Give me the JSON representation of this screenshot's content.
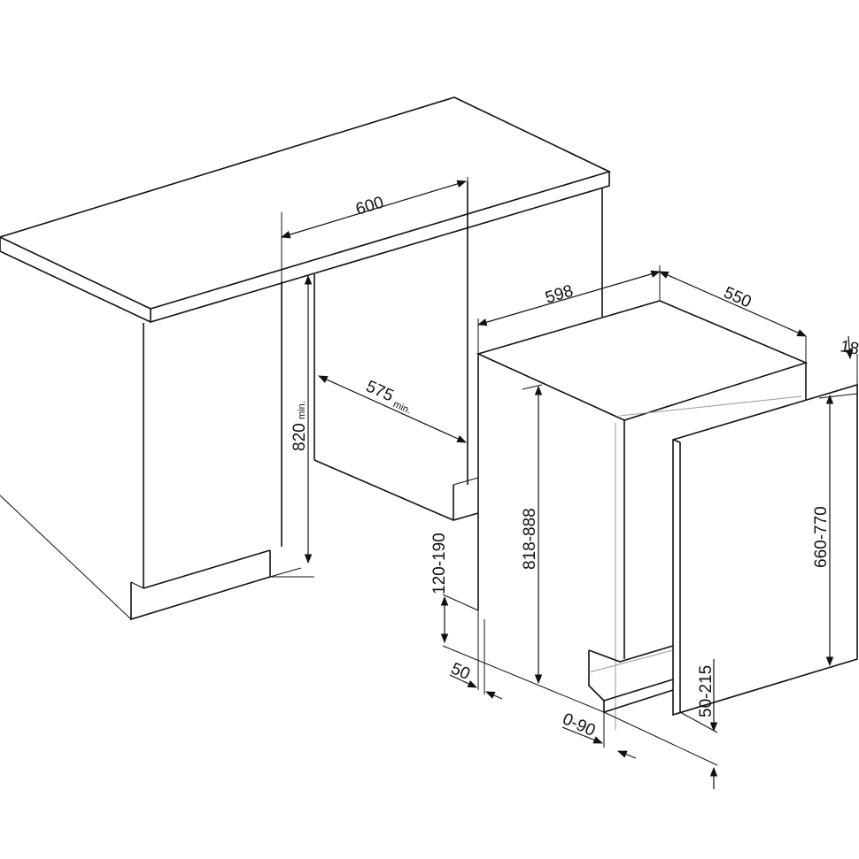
{
  "dimensions": {
    "niche_width": "600",
    "niche_height": "820",
    "niche_height_suffix": "min.",
    "niche_depth": "575",
    "niche_depth_suffix": "min.",
    "appliance_width": "598",
    "appliance_depth": "550",
    "panel_thickness": "18",
    "appliance_height": "818-888",
    "door_panel_height": "660-770",
    "plinth_height": "120-190",
    "plinth_offset": "50",
    "foot_adjust": "0-90",
    "door_bottom_gap": "50-215"
  }
}
